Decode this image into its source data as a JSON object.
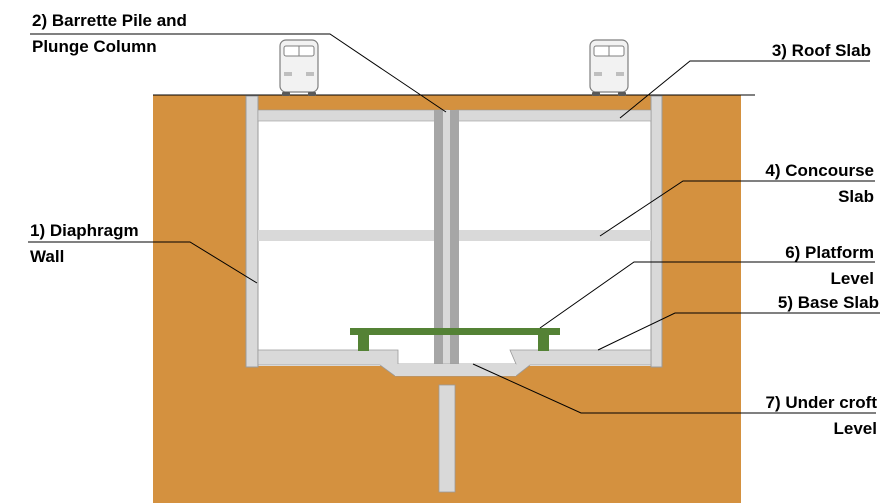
{
  "colors": {
    "soil": "#D4913F",
    "concrete": "#D9D9D9",
    "concrete_edge": "#9A9A9A",
    "column_dark": "#A6A6A6",
    "platform": "#548235",
    "leader": "#000000"
  },
  "labels": {
    "diaphragm_wall": {
      "line1": "1) Diaphragm",
      "line2": "Wall"
    },
    "barrette": {
      "line1": "2) Barrette Pile and",
      "line2": "Plunge Column"
    },
    "roof_slab": {
      "line1": "3) Roof Slab"
    },
    "concourse": {
      "line1": "4) Concourse",
      "line2": "Slab"
    },
    "base_slab": {
      "line1": "5) Base Slab"
    },
    "platform": {
      "line1": "6) Platform",
      "line2": "Level"
    },
    "under_croft": {
      "line1": "7) Under croft",
      "line2": "Level"
    }
  },
  "icons": [
    "bus-icon",
    "bus-icon"
  ]
}
